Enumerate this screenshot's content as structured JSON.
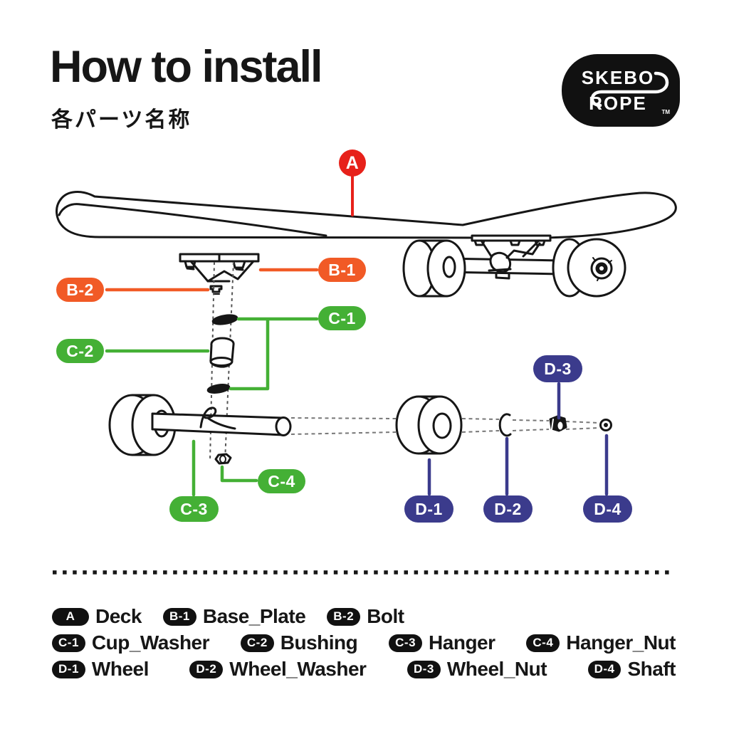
{
  "header": {
    "title": "How to install",
    "subtitle": "各パーツ名称"
  },
  "logo": {
    "line1": "SKEBO",
    "line2": "ROPE",
    "tm": "TM"
  },
  "colors": {
    "red": "#e7211a",
    "orange": "#f15a26",
    "green": "#44b035",
    "navy": "#3b3b8c",
    "ink": "#111111"
  },
  "callouts": {
    "a": "A",
    "b1": "B-1",
    "b2": "B-2",
    "c1": "C-1",
    "c2": "C-2",
    "c3": "C-3",
    "c4": "C-4",
    "d1": "D-1",
    "d2": "D-2",
    "d3": "D-3",
    "d4": "D-4"
  },
  "legend": {
    "rows": [
      {
        "items": [
          {
            "code": "A",
            "label": "Deck"
          },
          {
            "code": "B-1",
            "label": "Base_Plate"
          },
          {
            "code": "B-2",
            "label": "Bolt"
          }
        ]
      },
      {
        "items": [
          {
            "code": "C-1",
            "label": "Cup_Washer"
          },
          {
            "code": "C-2",
            "label": "Bushing"
          },
          {
            "code": "C-3",
            "label": "Hanger"
          },
          {
            "code": "C-4",
            "label": "Hanger_Nut"
          }
        ]
      },
      {
        "items": [
          {
            "code": "D-1",
            "label": "Wheel"
          },
          {
            "code": "D-2",
            "label": "Wheel_Washer"
          },
          {
            "code": "D-3",
            "label": "Wheel_Nut"
          },
          {
            "code": "D-4",
            "label": "Shaft"
          }
        ]
      }
    ]
  }
}
